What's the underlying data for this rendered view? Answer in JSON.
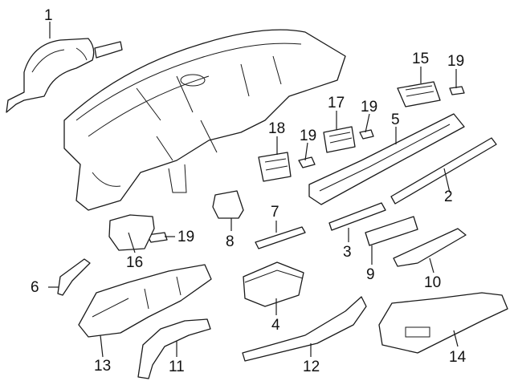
{
  "callouts": [
    {
      "id": "1",
      "label": "1"
    },
    {
      "id": "2",
      "label": "2"
    },
    {
      "id": "3",
      "label": "3"
    },
    {
      "id": "4",
      "label": "4"
    },
    {
      "id": "5",
      "label": "5"
    },
    {
      "id": "6",
      "label": "6"
    },
    {
      "id": "7",
      "label": "7"
    },
    {
      "id": "8",
      "label": "8"
    },
    {
      "id": "9",
      "label": "9"
    },
    {
      "id": "10",
      "label": "10"
    },
    {
      "id": "11",
      "label": "11"
    },
    {
      "id": "12",
      "label": "12"
    },
    {
      "id": "13",
      "label": "13"
    },
    {
      "id": "14",
      "label": "14"
    },
    {
      "id": "15",
      "label": "15"
    },
    {
      "id": "16",
      "label": "16"
    },
    {
      "id": "17",
      "label": "17"
    },
    {
      "id": "18",
      "label": "18"
    },
    {
      "id": "19a",
      "label": "19"
    },
    {
      "id": "19b",
      "label": "19"
    },
    {
      "id": "19c",
      "label": "19"
    },
    {
      "id": "19d",
      "label": "19"
    }
  ]
}
